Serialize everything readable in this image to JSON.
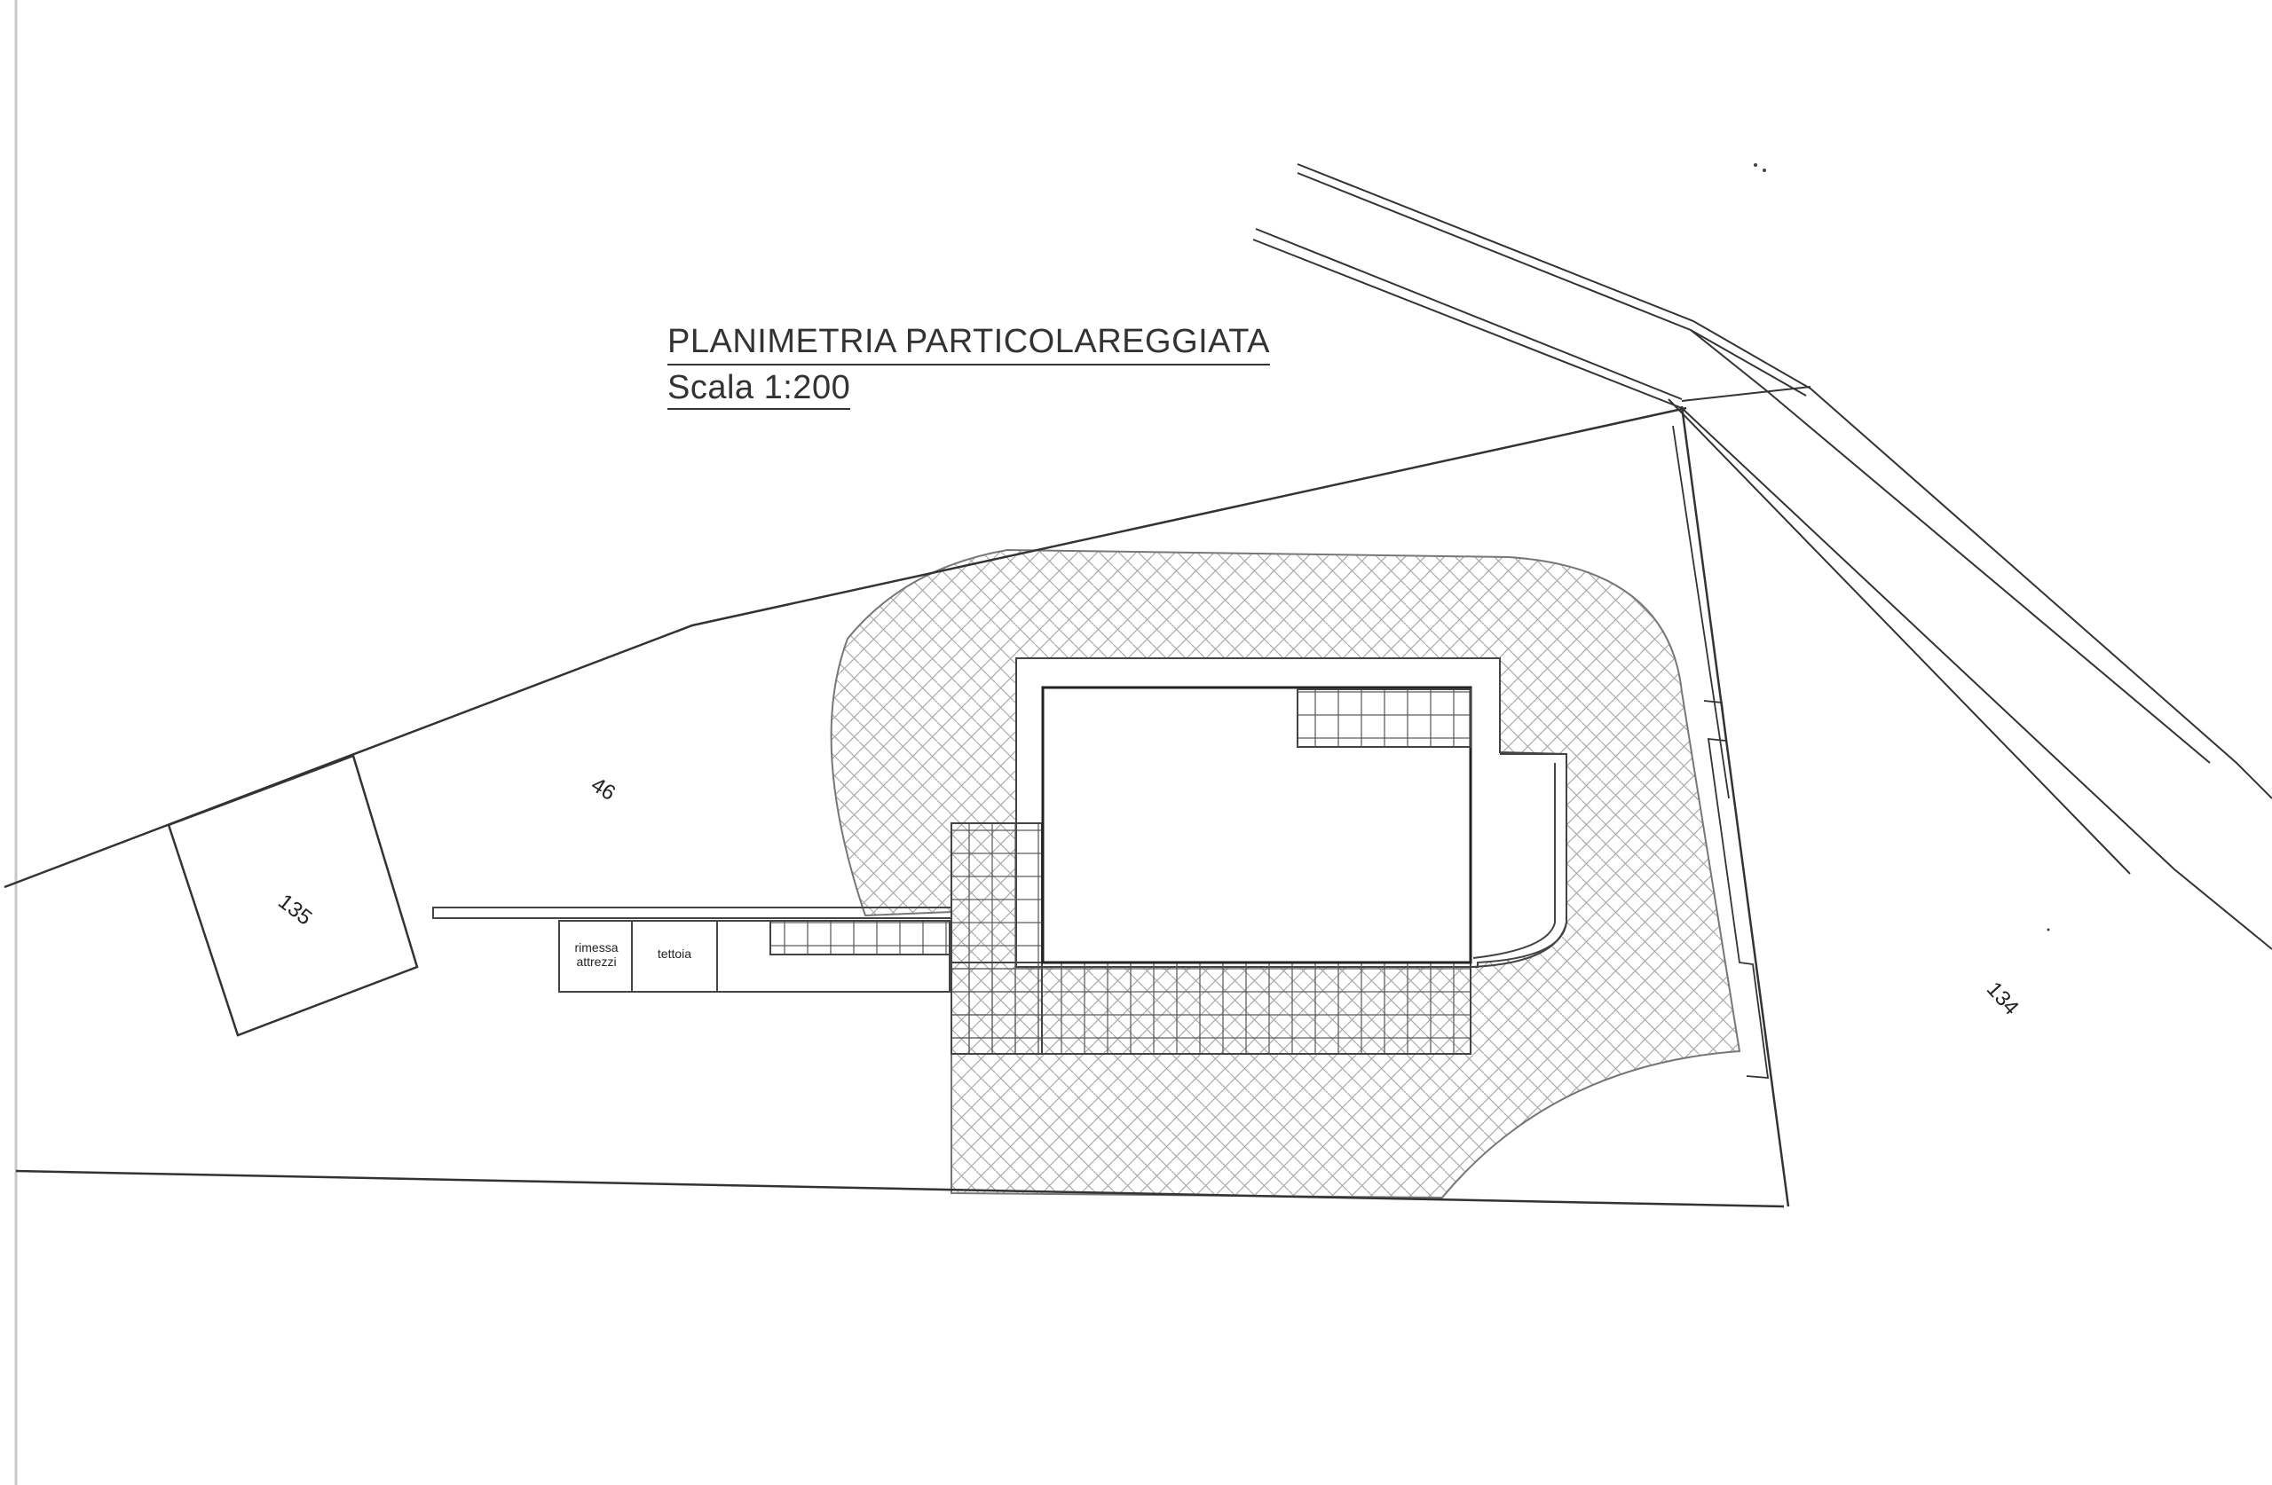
{
  "title": "PLANIMETRIA PARTICOLAREGGIATA",
  "scale": "Scala 1:200",
  "parcels": {
    "p46": "46",
    "p135": "135",
    "p134": "134"
  },
  "rooms": {
    "rimessa_line1": "rimessa",
    "rimessa_line2": "attrezzi",
    "tettoia": "tettoia"
  },
  "colors": {
    "line": "#3a3a3a",
    "paving": "#9a9a9a",
    "scan_edge": "#c8c8c8"
  }
}
